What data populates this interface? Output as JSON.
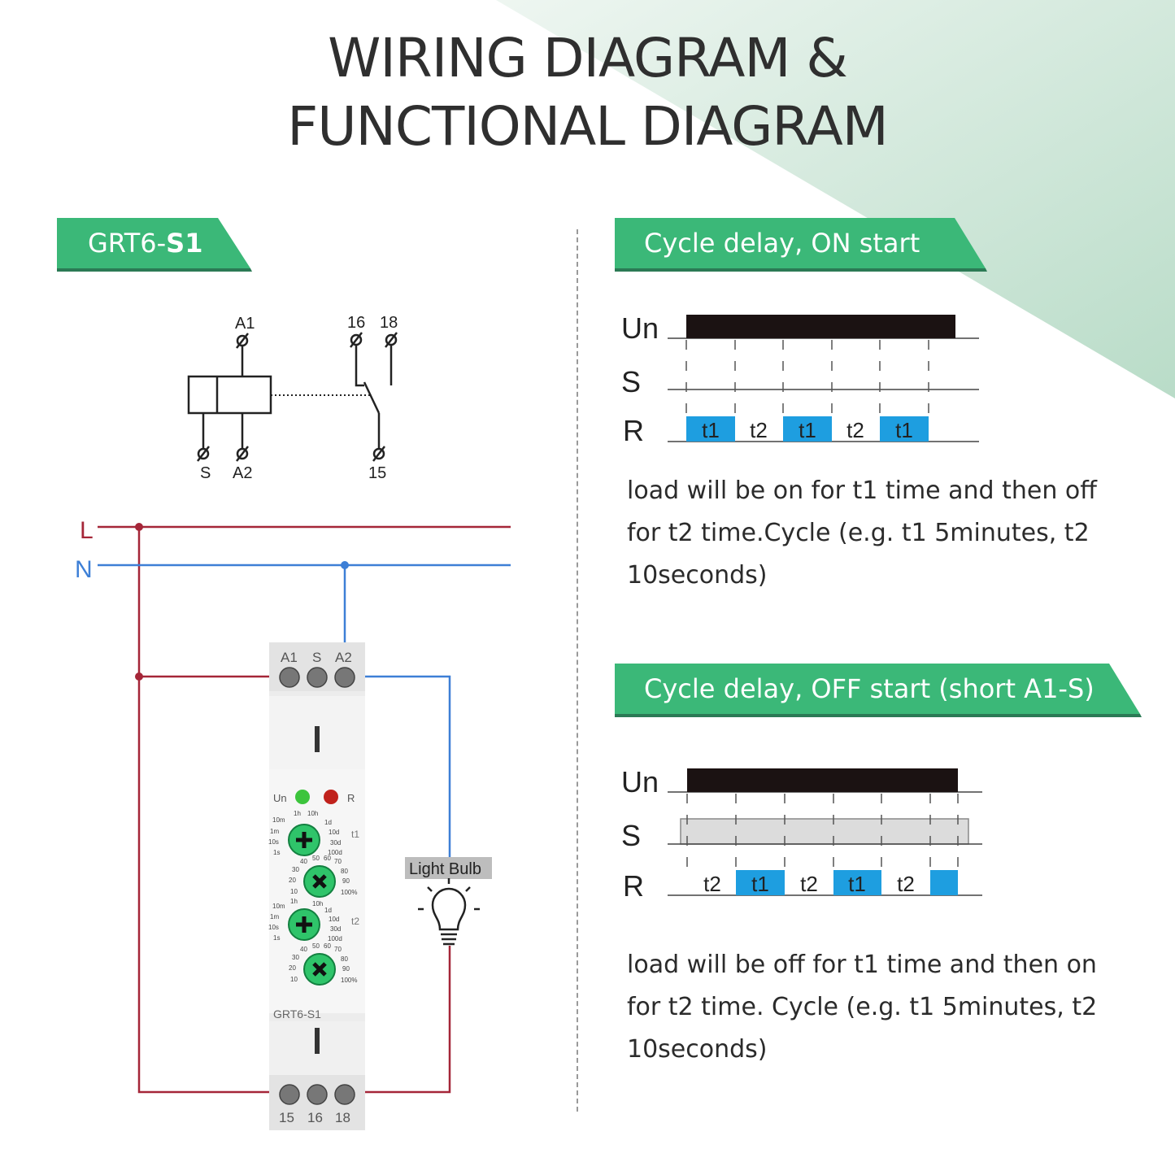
{
  "title": {
    "line1": "WIRING DIAGRAM &",
    "line2": "FUNCTIONAL DIAGRAM"
  },
  "left_panel": {
    "model_prefix": "GRT6-",
    "model_suffix": "S1",
    "symbol_labels": {
      "a1": "A1",
      "a2": "A2",
      "s": "S",
      "t15": "15",
      "t16": "16",
      "t18": "18"
    },
    "line_labels": {
      "l": "L",
      "n": "N"
    },
    "device": {
      "top_terminals": [
        "A1",
        "S",
        "A2"
      ],
      "bottom_terminals": [
        "15",
        "16",
        "18"
      ],
      "led_un": "Un",
      "led_r": "R",
      "model_label": "GRT6-S1",
      "range_label_t1": "t1",
      "range_label_t2": "t2",
      "time_scale": [
        "10m",
        "1h",
        "10h",
        "1d",
        "10d",
        "30d",
        "100d",
        "1m",
        "10s",
        "1s"
      ],
      "percent_scale": [
        "40",
        "50",
        "60",
        "70",
        "80",
        "90",
        "100%",
        "30",
        "20",
        "10"
      ]
    },
    "bulb_label": "Light Bulb"
  },
  "right_panel": {
    "sections": [
      {
        "heading": "Cycle delay, ON start",
        "signals": [
          "Un",
          "S",
          "R"
        ],
        "r_segments": [
          "t1",
          "t2",
          "t1",
          "t2",
          "t1"
        ],
        "description": "load will be on for t1 time and then off for t2 time.Cycle (e.g. t1 5minutes, t2 10seconds)"
      },
      {
        "heading": "Cycle delay, OFF start (short A1-S)",
        "signals": [
          "Un",
          "S",
          "R"
        ],
        "r_segments": [
          "t2",
          "t1",
          "t2",
          "t1",
          "t2"
        ],
        "description": "load will be off for  t1 time and then on for t2 time. Cycle (e.g. t1 5minutes, t2 10seconds)"
      }
    ]
  },
  "colors": {
    "banner_green": "#3bb878",
    "banner_shadow": "#2b7a55",
    "pulse_blue": "#1e9ee0",
    "line_red": "#a52638",
    "line_blue": "#3d7fd6",
    "knob_green": "#2fc46a"
  }
}
